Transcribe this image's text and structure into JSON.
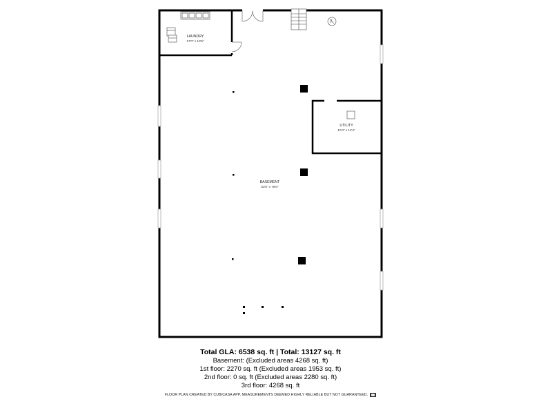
{
  "rooms": {
    "laundry": {
      "name": "LAUNDRY",
      "dims": "17'0\" x 10'5\""
    },
    "utility": {
      "name": "UTILITY",
      "dims": "10'4\" x 12'4\""
    },
    "basement": {
      "name": "BASEMENT",
      "dims": "53'0\" x 78'0\""
    }
  },
  "summary": {
    "total": "Total GLA: 6538 sq. ft | Total: 13127 sq. ft",
    "basement": "Basement: (Excluded areas 4268 sq. ft)",
    "first_floor": "1st floor: 2270 sq. ft (Excluded areas 1953 sq. ft)",
    "second_floor": "2nd floor: 0 sq. ft (Excluded areas 2280 sq. ft)",
    "third_floor": "3rd floor: 4268 sq. ft"
  },
  "footer": "FLOOR PLAN CREATED BY CUBICASA APP. MEASUREMENTS DEEMED HIGHLY RELIABLE BUT NOT GUARANTEED.",
  "colors": {
    "wall": "#000000",
    "window": "#bfbfbf",
    "background": "#ffffff"
  },
  "icons": [
    "washer-icon",
    "dryer-icon",
    "water-heater-icon",
    "stairs-icon",
    "door-icon",
    "column-icon"
  ]
}
